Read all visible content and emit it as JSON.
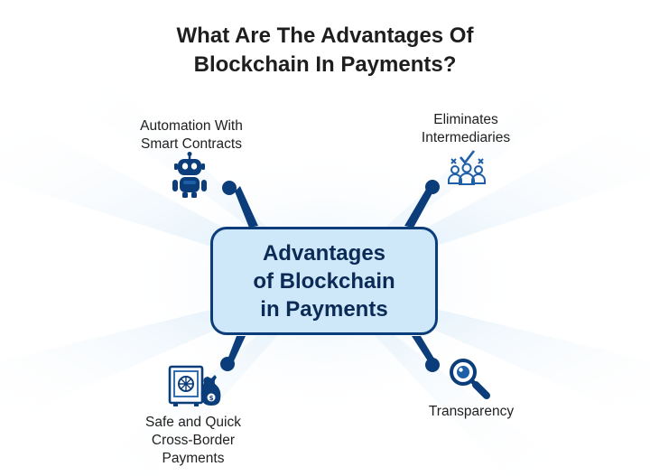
{
  "title": {
    "line1": "What Are The Advantages Of",
    "line2": "Blockchain In Payments?"
  },
  "center": {
    "line1": "Advantages",
    "line2": "of Blockchain",
    "line3": "in Payments"
  },
  "nodes": {
    "automation": {
      "line1": "Automation With",
      "line2": "Smart Contracts",
      "icon": "robot-icon"
    },
    "intermediaries": {
      "line1": "Eliminates",
      "line2": "Intermediaries",
      "icon": "people-check-icon"
    },
    "cross_border": {
      "line1": "Safe and Quick",
      "line2": "Cross-Border",
      "line3": "Payments",
      "icon": "safe-money-icon"
    },
    "transparency": {
      "line1": "Transparency",
      "icon": "magnifier-icon"
    }
  },
  "colors": {
    "navy": "#0b3d7a",
    "box_fill": "#cfe8f9",
    "glow": "#cfe6f7",
    "icon_blue": "#1f5fa8"
  }
}
